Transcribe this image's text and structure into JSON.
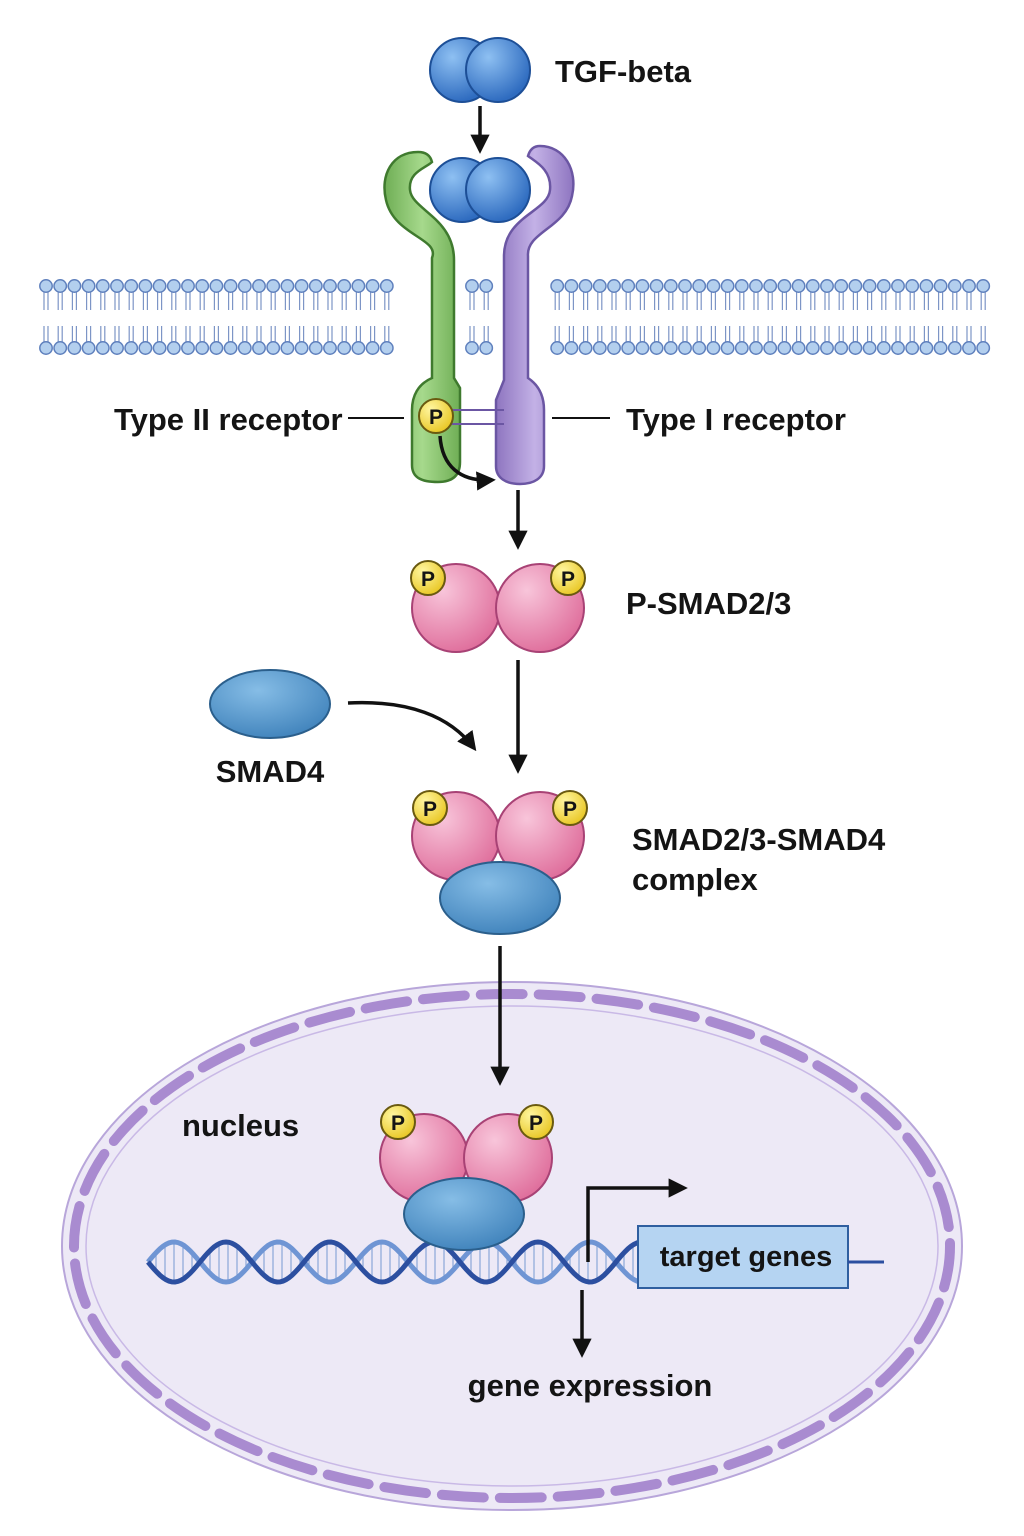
{
  "labels": {
    "ligand": "TGF-beta",
    "type2_receptor": "Type II receptor",
    "type1_receptor": "Type I receptor",
    "psmad": "P-SMAD2/3",
    "smad4": "SMAD4",
    "complex_line1": "SMAD2/3-SMAD4",
    "complex_line2": "complex",
    "nucleus": "nucleus",
    "target_genes": "target genes",
    "gene_expression": "gene expression"
  },
  "phospho_symbol": "P",
  "colors": {
    "ligand": "#3f7fd0",
    "type2_receptor": "#86c26a",
    "type1_receptor": "#a68fd0",
    "smad23": "#e889ad",
    "smad4": "#4f93c6",
    "phosphate": "#f2dc3a",
    "nucleus_fill": "#ede9f6",
    "nuclear_envelope": "#b39bd4",
    "dna": "#2c4fa0",
    "target_box": "#b5d4f2"
  }
}
